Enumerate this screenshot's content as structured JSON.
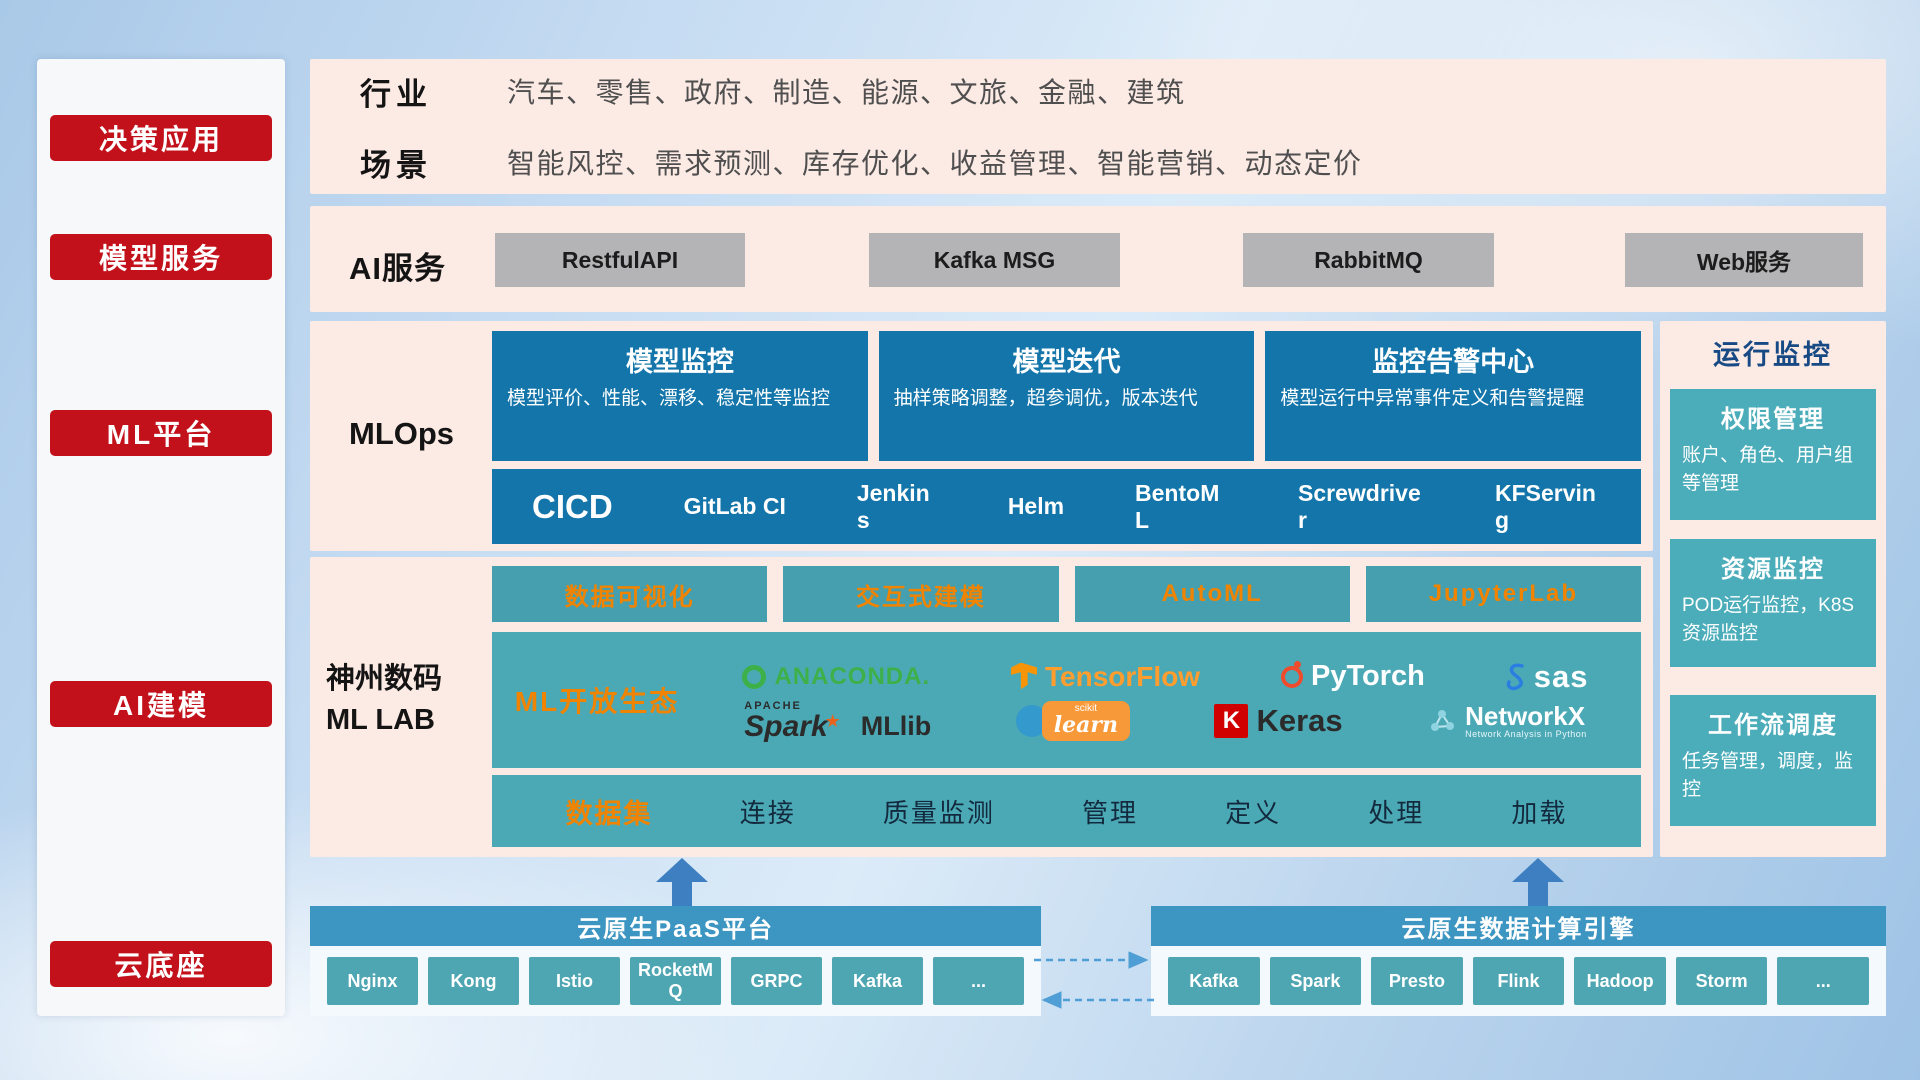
{
  "palette": {
    "red": "#c3111b",
    "panel_pink": "#fceae4",
    "blue_card": "#1375aa",
    "teal": "#4ba9b6",
    "orange_accent": "#f08300",
    "gray_button": "#b4b4b6",
    "bottom_bar_blue": "#3d95c2",
    "arrow_blue": "#3d7fc1"
  },
  "sidebar": {
    "items": [
      {
        "label": "决策应用"
      },
      {
        "label": "模型服务"
      },
      {
        "label": "ML平台"
      },
      {
        "label": "AI建模"
      },
      {
        "label": "云底座"
      }
    ]
  },
  "apps_row": {
    "industry_label": "行业",
    "industry_text": "汽车、零售、政府、制造、能源、文旅、金融、建筑",
    "scene_label": "场景",
    "scene_text": "智能风控、需求预测、库存优化、收益管理、智能营销、动态定价"
  },
  "ai_service": {
    "label": "AI服务",
    "buttons": [
      "RestfulAPI",
      "Kafka MSG",
      "RabbitMQ",
      "Web服务"
    ]
  },
  "mlops": {
    "label": "MLOps",
    "cards": [
      {
        "title": "模型监控",
        "desc": "模型评价、性能、漂移、稳定性等监控"
      },
      {
        "title": "模型迭代",
        "desc": "抽样策略调整，超参调优，版本迭代"
      },
      {
        "title": "监控告警中心",
        "desc": "模型运行中异常事件定义和告警提醒"
      }
    ],
    "cicd": {
      "title": "CICD",
      "items": [
        "GitLab CI",
        "Jenkins",
        "Helm",
        "BentoML",
        "Screwdriver",
        "KFServing"
      ]
    }
  },
  "mllab": {
    "label_line1": "神州数码",
    "label_line2": "ML LAB",
    "top_buttons": [
      "数据可视化",
      "交互式建模",
      "AutoML",
      "JupyterLab"
    ],
    "ecosystem": {
      "title": "ML开放生态",
      "anaconda": "ANACONDA.",
      "tensorflow": "TensorFlow",
      "pytorch": "PyTorch",
      "sas": "sas",
      "apache": "APACHE",
      "spark": "Spark",
      "mllib": "MLlib",
      "scikit_top": "scikit",
      "scikit_learn": "learn",
      "keras_k": "K",
      "keras": "Keras",
      "networkx": "NetworkX",
      "networkx_sub": "Network Analysis in Python"
    },
    "dataset": {
      "title": "数据集",
      "items": [
        "连接",
        "质量监测",
        "管理",
        "定义",
        "处理",
        "加载"
      ]
    }
  },
  "monitoring": {
    "title": "运行监控",
    "cards": [
      {
        "title": "权限管理",
        "desc": "账户、角色、用户组等管理"
      },
      {
        "title": "资源监控",
        "desc": "POD运行监控，K8S资源监控"
      },
      {
        "title": "工作流调度",
        "desc": "任务管理，调度，监控"
      }
    ]
  },
  "cloud": {
    "paas": {
      "title": "云原生PaaS平台",
      "chips": [
        "Nginx",
        "Kong",
        "Istio",
        "RocketMQ",
        "GRPC",
        "Kafka",
        "..."
      ]
    },
    "engine": {
      "title": "云原生数据计算引擎",
      "chips": [
        "Kafka",
        "Spark",
        "Presto",
        "Flink",
        "Hadoop",
        "Storm",
        "..."
      ]
    }
  }
}
